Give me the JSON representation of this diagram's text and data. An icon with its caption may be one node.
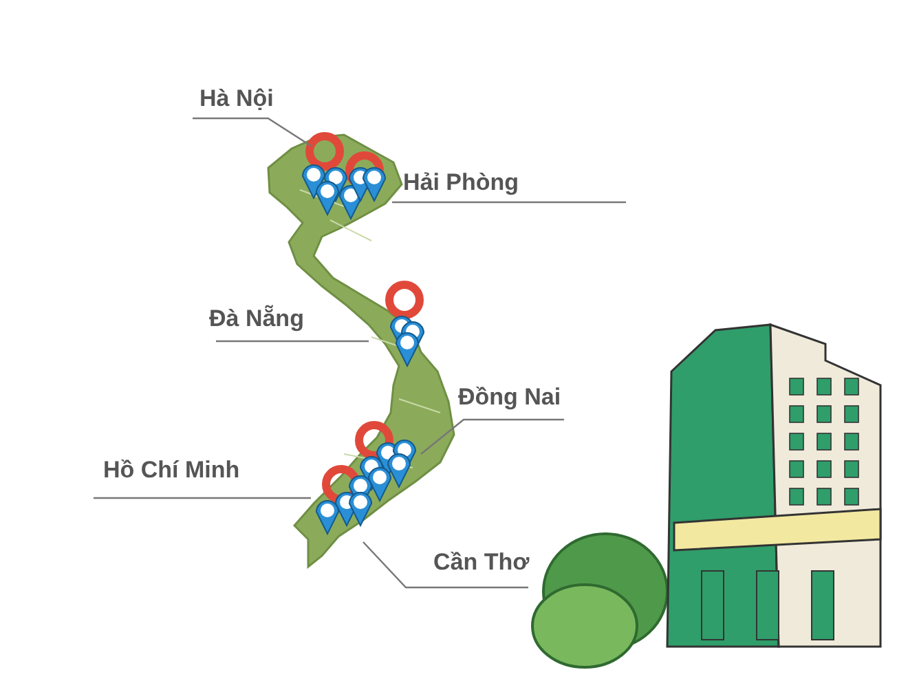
{
  "diagram": {
    "nodes": [
      {
        "text": [
          "Hà Nội"
        ]
      },
      {
        "text": [
          "Hải Phòng"
        ]
      },
      {
        "text": [
          "Đà Nẵng"
        ]
      },
      {
        "text": [
          "Đồng Nai"
        ]
      },
      {
        "text": [
          "Hồ Chí Minh"
        ]
      },
      {
        "text": [
          "Cần Thơ"
        ]
      }
    ],
    "edges": [
      {
        "from": 0,
        "to": null,
        "arrow": "none"
      },
      {
        "from": 1,
        "to": null,
        "arrow": "none"
      },
      {
        "from": 2,
        "to": null,
        "arrow": "none"
      },
      {
        "from": 3,
        "to": null,
        "arrow": "none"
      },
      {
        "from": 4,
        "to": null,
        "arrow": "none"
      },
      {
        "from": 5,
        "to": null,
        "arrow": "none"
      }
    ]
  }
}
